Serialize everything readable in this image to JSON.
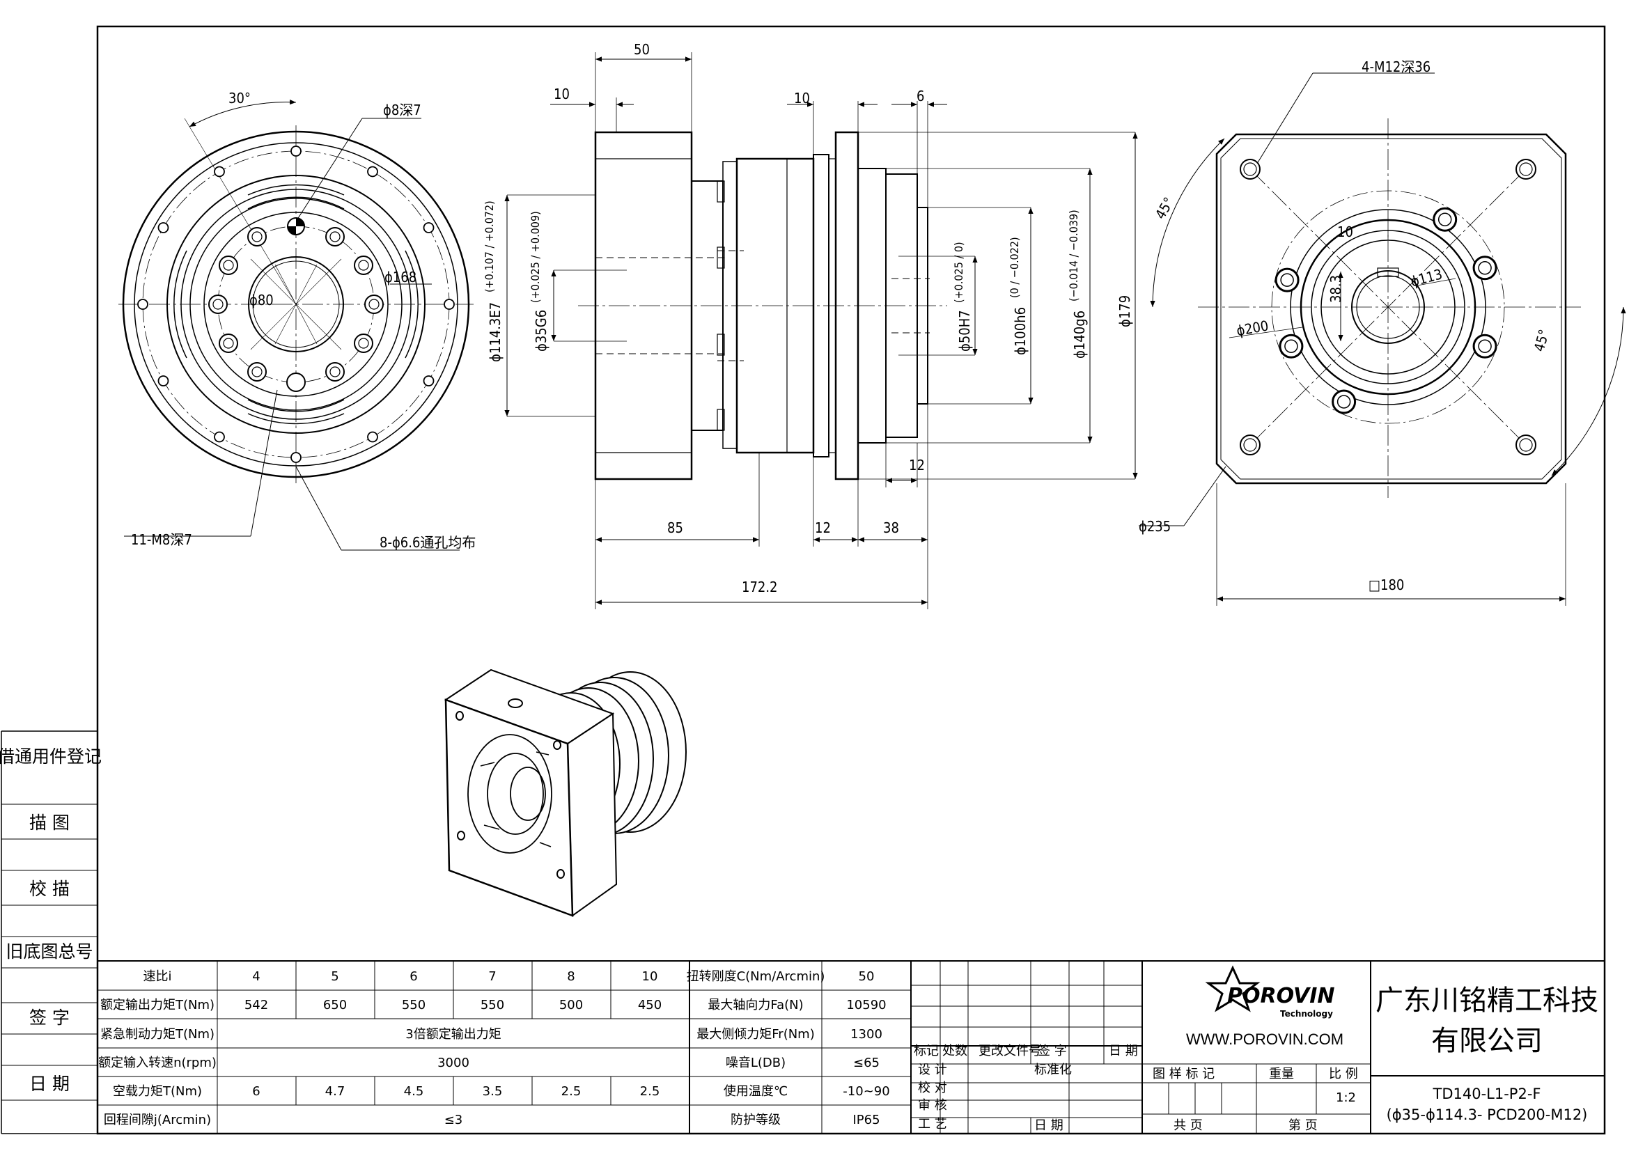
{
  "side_labels": [
    "借通用件登记",
    "描 图",
    "校 描",
    "旧底图总号",
    "签 字",
    "日 期"
  ],
  "left_view": {
    "angle_30": "30°",
    "hole_top": "ϕ8深7",
    "d80": "ϕ80",
    "d168": "ϕ168",
    "tap_note": "11-M8深7",
    "hole_note": "8-ϕ6.6通孔均布"
  },
  "side_view": {
    "d50": "50",
    "d10a": "10",
    "d10b": "10",
    "d6": "6",
    "d12a": "12",
    "d85": "85",
    "d12b": "12",
    "d38": "38",
    "d172": "172.2",
    "d114": "ϕ114.3E7",
    "d114_tol": "(+0.107 / +0.072)",
    "d35": "ϕ35G6",
    "d35_tol": "(+0.025 / +0.009)",
    "d50h": "ϕ50H7",
    "d50h_tol": "(+0.025 / 0)",
    "d100": "ϕ100h6",
    "d100_tol": "(0 / −0.022)",
    "d140": "ϕ140g6",
    "d140_tol": "(−0.014 / −0.039)",
    "d179": "ϕ179"
  },
  "right_view": {
    "tap_note": "4-M12深36",
    "a45a": "45°",
    "a45b": "45°",
    "d10": "10",
    "d113": "ϕ113",
    "d38_3": "38.3",
    "d200": "ϕ200",
    "d235": "ϕ235",
    "sq180": "□180"
  },
  "spec_table": {
    "row_labels": [
      "速比i",
      "额定输出力矩T(Nm)",
      "紧急制动力矩T(Nm)",
      "额定输入转速n(rpm)",
      "空载力矩T(Nm)",
      "回程间隙j(Arcmin)"
    ],
    "ratios": [
      "4",
      "5",
      "6",
      "7",
      "8",
      "10"
    ],
    "rated_torque": [
      "542",
      "650",
      "550",
      "550",
      "500",
      "450"
    ],
    "emergency": "3倍额定输出力矩",
    "input_speed": "3000",
    "no_load": [
      "6",
      "4.7",
      "4.5",
      "3.5",
      "2.5",
      "2.5"
    ],
    "backlash": "≤3",
    "right_labels": [
      "扭转刚度C(Nm/Arcmin)",
      "最大轴向力Fa(N)",
      "最大侧倾力矩Fr(Nm)",
      "噪音L(DB)",
      "使用温度℃",
      "防护等级"
    ],
    "right_values": [
      "50",
      "10590",
      "1300",
      "≤65",
      "-10~90",
      "IP65"
    ]
  },
  "title_block": {
    "rev_headers": [
      "标记",
      "处数",
      "更改文件号",
      "签 字",
      "日 期"
    ],
    "design": "设 计",
    "check": "校 对",
    "audit": "审 核",
    "process": "工 艺",
    "standard": "标准化",
    "date": "日 期",
    "sample_mark": "图 样 标 记",
    "weight": "重量",
    "scale_label": "比 例",
    "scale": "1:2",
    "total": "共    页",
    "sheet": "第    页",
    "logo": "POROVIN",
    "logo_sub": "Technology",
    "website": "WWW.POROVIN.COM",
    "company_line1": "广东川铭精工科技",
    "company_line2": "有限公司",
    "drawing_no": "TD140-L1-P2-F",
    "drawing_desc": "(ϕ35-ϕ114.3- PCD200-M12)"
  }
}
